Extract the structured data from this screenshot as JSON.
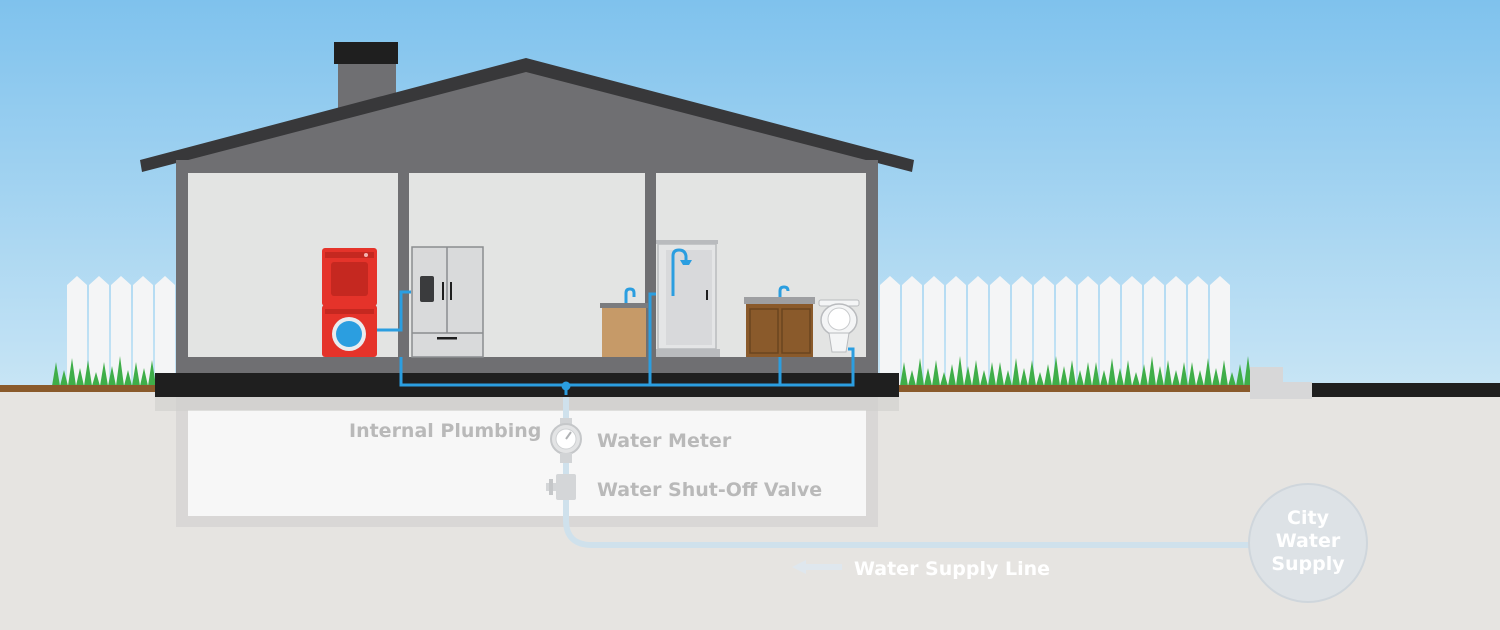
{
  "labels": {
    "internal_plumbing": "Internal Plumbing",
    "water_meter": "Water Meter",
    "shutoff_valve": "Water Shut-Off Valve",
    "supply_line": "Water Supply Line",
    "city_line1": "City",
    "city_line2": "Water",
    "city_line3": "Supply"
  },
  "colors": {
    "sky_top": "#84c5ee",
    "sky_bottom": "#c6e3f4",
    "ground": "#e6e4e1",
    "house_frame": "#6f6f72",
    "roof": "#38383a",
    "wall_interior": "#e3e4e3",
    "foundation": "#1f1f1f",
    "pipe_blue": "#2b9ee0",
    "pipe_faded": "#bcd8ea",
    "grass": "#3fae49",
    "fence": "#f4f5f6",
    "label_gray": "#b9b9b9",
    "label_white": "#ffffff",
    "washer_red": "#e5332a",
    "cabinet_wood": "#8a5a2b",
    "sink_base": "#c69a68"
  }
}
